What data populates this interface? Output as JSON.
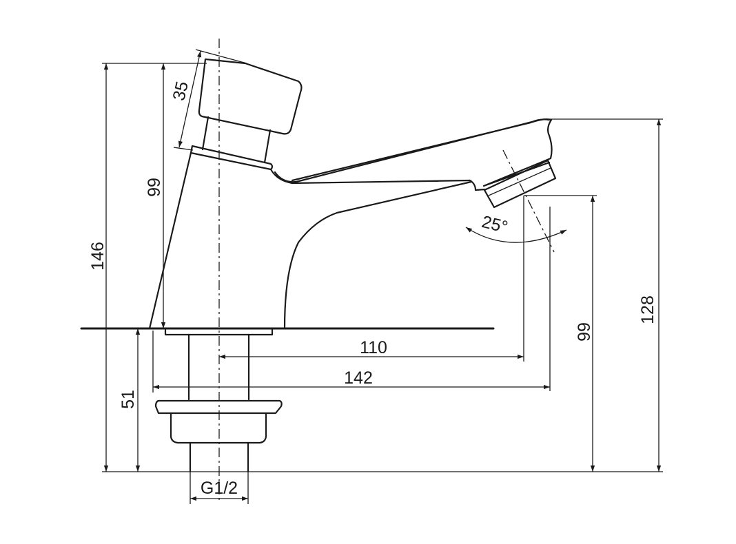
{
  "dimensions": {
    "tap_height": "146",
    "body_height": "99",
    "push_button": "35",
    "shank_length": "51",
    "spout_reach": "110",
    "total_reach": "142",
    "spout_height": "99",
    "top_height": "128",
    "spout_angle": "25°",
    "thread": "G1/2"
  }
}
